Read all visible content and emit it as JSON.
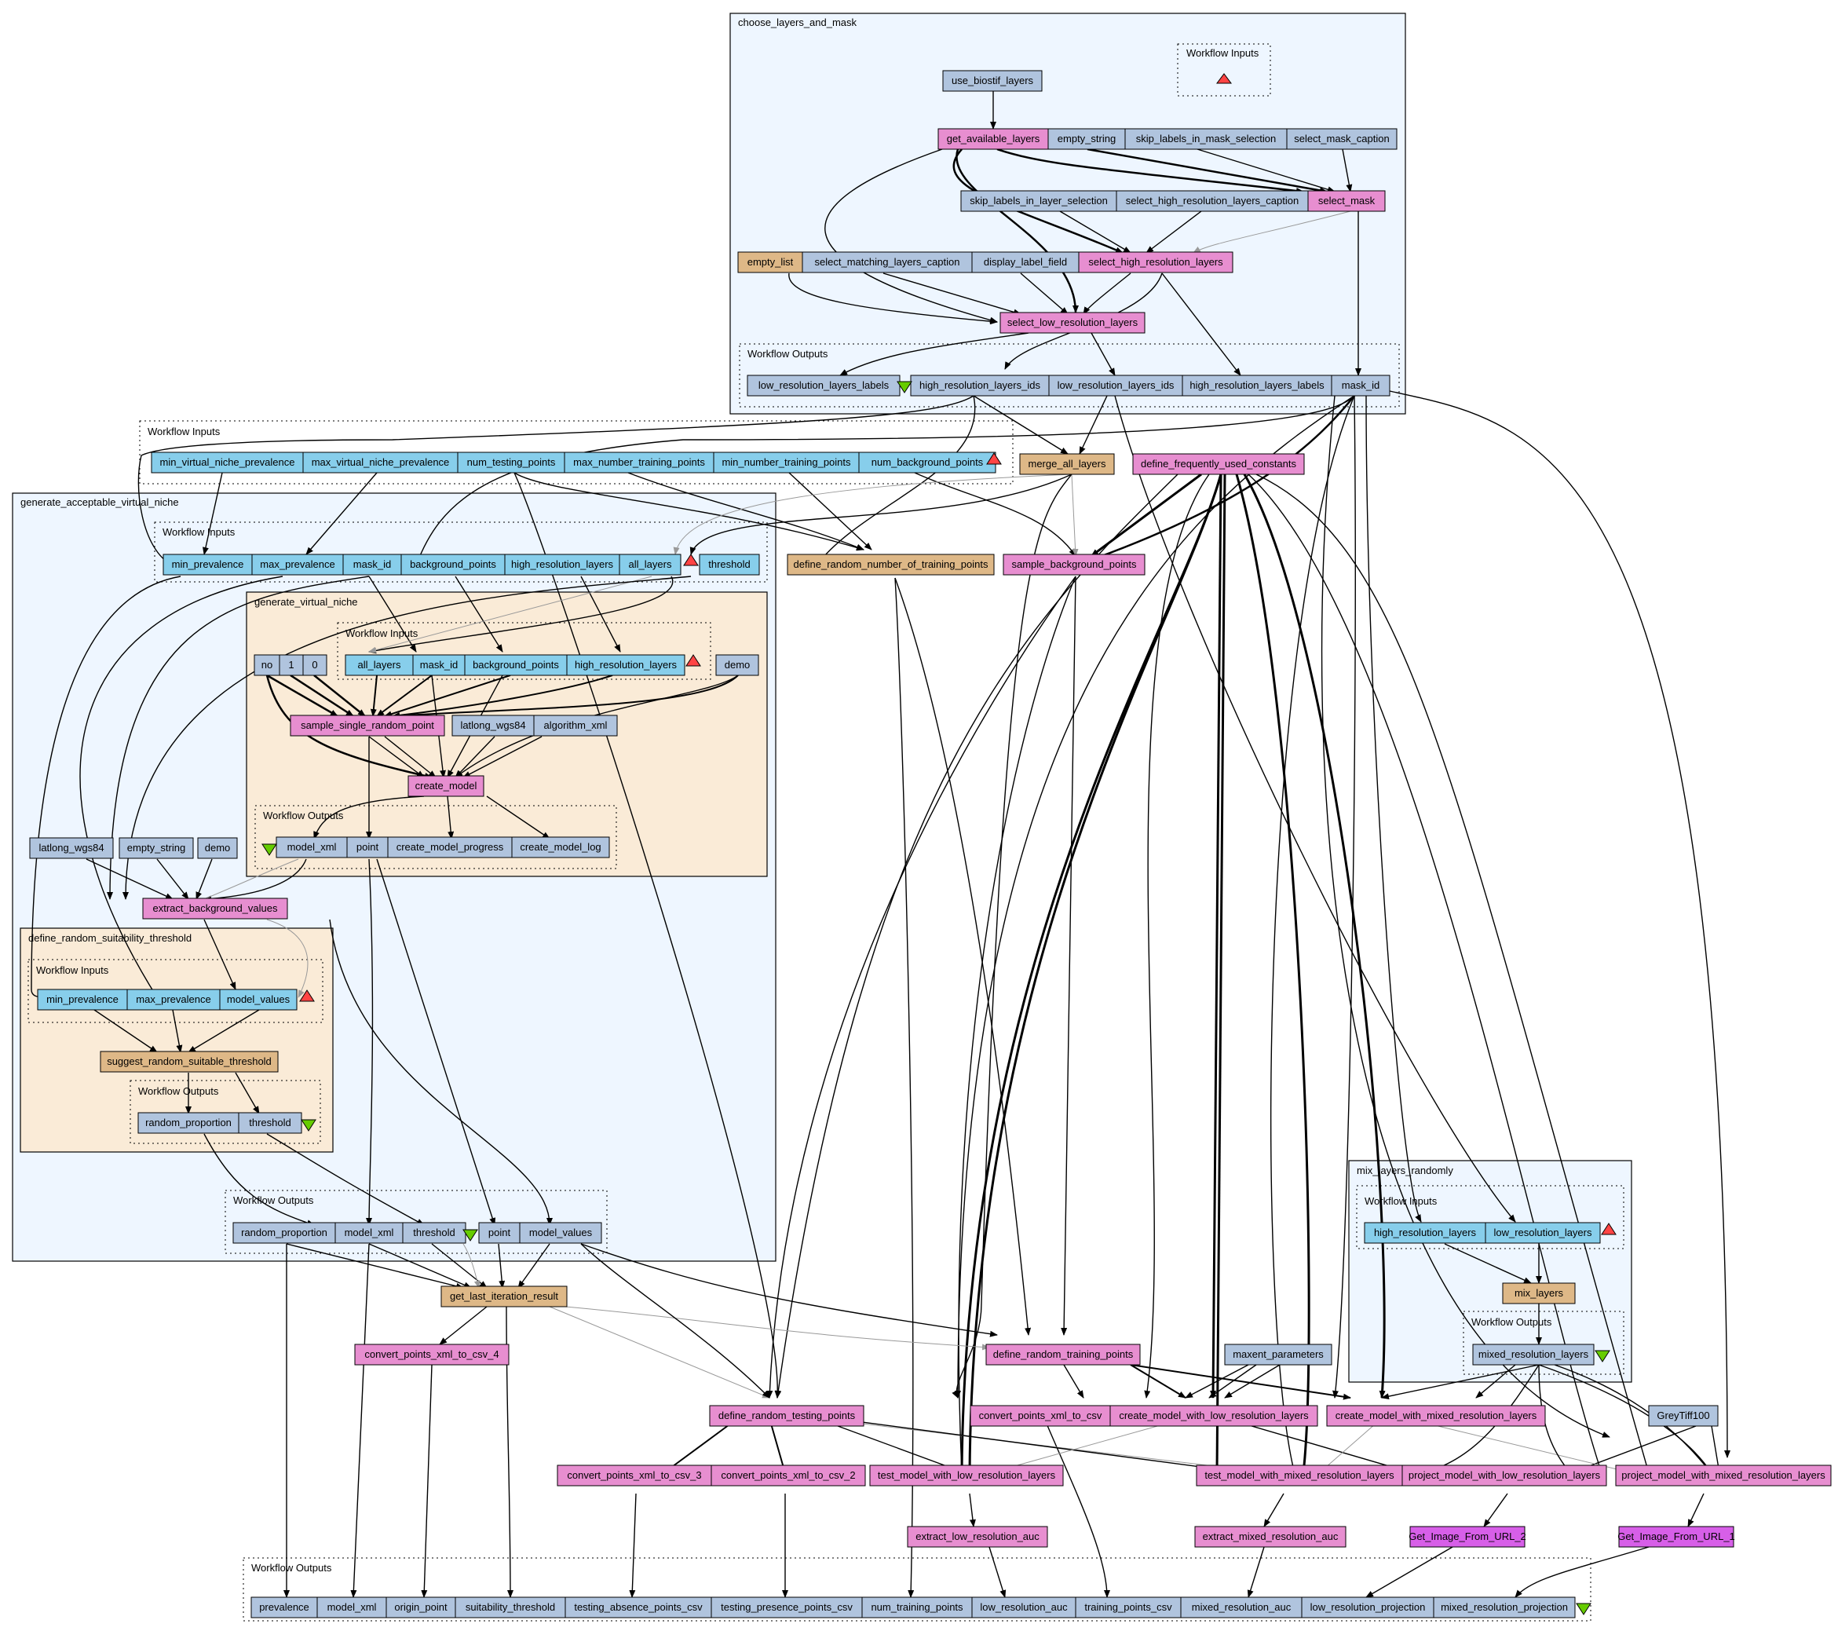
{
  "colors": {
    "input_node": "#87ceeb",
    "output_node": "#b0c4de",
    "constant_node": "#b0c4de",
    "service_pink": "#e78ed0",
    "local_tan": "#deb887",
    "image_purple": "#d75fe8",
    "cluster_blue": "#eef6ff",
    "cluster_tan": "#faebd7",
    "input_triangle": "#ff4444",
    "output_triangle": "#66cc00",
    "edge": "#000000",
    "control_edge": "#999999"
  },
  "clusters": {
    "choose_layers_and_mask": {
      "title": "choose_layers_and_mask",
      "inputs_label": "Workflow Inputs",
      "outputs_label": "Workflow Outputs",
      "nodes": {
        "use_biostif_layers": "use_biostif_layers",
        "get_available_layers": "get_available_layers",
        "empty_string": "empty_string",
        "skip_labels_in_mask_selection": "skip_labels_in_mask_selection",
        "select_mask_caption": "select_mask_caption",
        "skip_labels_in_layer_selection": "skip_labels_in_layer_selection",
        "select_high_resolution_layers_caption": "select_high_resolution_layers_caption",
        "select_mask": "select_mask",
        "empty_list": "empty_list",
        "select_matching_layers_caption": "select_matching_layers_caption",
        "display_label_field": "display_label_field",
        "select_high_resolution_layers": "select_high_resolution_layers",
        "select_low_resolution_layers": "select_low_resolution_layers"
      },
      "outputs": [
        "low_resolution_layers_labels",
        "high_resolution_layers_ids",
        "low_resolution_layers_ids",
        "high_resolution_layers_labels",
        "mask_id"
      ]
    },
    "top_inputs": {
      "title": "Workflow Inputs",
      "nodes": [
        "min_virtual_niche_prevalence",
        "max_virtual_niche_prevalence",
        "num_testing_points",
        "max_number_training_points",
        "min_number_training_points",
        "num_background_points"
      ]
    },
    "generate_acceptable_virtual_niche": {
      "title": "generate_acceptable_virtual_niche",
      "inputs_label": "Workflow Inputs",
      "outputs_label": "Workflow Outputs",
      "inputs": [
        "min_prevalence",
        "max_prevalence",
        "mask_id",
        "background_points",
        "high_resolution_layers",
        "all_layers",
        "threshold"
      ],
      "latlong_wgs84": "latlong_wgs84",
      "empty_string": "empty_string",
      "demo": "demo",
      "extract_background_values": "extract_background_values",
      "outputs": [
        "random_proportion",
        "model_xml",
        "threshold",
        "point",
        "model_values"
      ]
    },
    "generate_virtual_niche": {
      "title": "generate_virtual_niche",
      "inputs_label": "Workflow Inputs",
      "outputs_label": "Workflow Outputs",
      "constants": [
        "no",
        "1",
        "0"
      ],
      "inputs": [
        "all_layers",
        "mask_id",
        "background_points",
        "high_resolution_layers"
      ],
      "demo": "demo",
      "sample_single_random_point": "sample_single_random_point",
      "latlong_wgs84": "latlong_wgs84",
      "algorithm_xml": "algorithm_xml",
      "create_model": "create_model",
      "outputs": [
        "model_xml",
        "point",
        "create_model_progress",
        "create_model_log"
      ]
    },
    "define_random_suitability_threshold": {
      "title": "define_random_suitability_threshold",
      "inputs_label": "Workflow Inputs",
      "outputs_label": "Workflow Outputs",
      "inputs": [
        "min_prevalence",
        "max_prevalence",
        "model_values"
      ],
      "suggest_random_suitable_threshold": "suggest_random_suitable_threshold",
      "outputs": [
        "random_proportion",
        "threshold"
      ]
    },
    "mix_layers_randomly": {
      "title": "mix_layers_randomly",
      "inputs_label": "Workflow Inputs",
      "outputs_label": "Workflow Outputs",
      "inputs": [
        "high_resolution_layers",
        "low_resolution_layers"
      ],
      "mix_layers": "mix_layers",
      "outputs": [
        "mixed_resolution_layers"
      ]
    },
    "bottom_outputs": {
      "title": "Workflow Outputs",
      "nodes": [
        "prevalence",
        "model_xml",
        "origin_point",
        "suitability_threshold",
        "testing_absence_points_csv",
        "testing_presence_points_csv",
        "num_training_points",
        "low_resolution_auc",
        "training_points_csv",
        "mixed_resolution_auc",
        "low_resolution_projection",
        "mixed_resolution_projection"
      ]
    }
  },
  "standalone": {
    "merge_all_layers": "merge_all_layers",
    "define_frequently_used_constants": "define_frequently_used_constants",
    "define_random_number_of_training_points": "define_random_number_of_training_points",
    "sample_background_points": "sample_background_points",
    "get_last_iteration_result": "get_last_iteration_result",
    "convert_points_xml_to_csv_4": "convert_points_xml_to_csv_4",
    "define_random_training_points": "define_random_training_points",
    "maxent_parameters": "maxent_parameters",
    "define_random_testing_points": "define_random_testing_points",
    "convert_points_xml_to_csv": "convert_points_xml_to_csv",
    "create_model_with_low_resolution_layers": "create_model_with_low_resolution_layers",
    "create_model_with_mixed_resolution_layers": "create_model_with_mixed_resolution_layers",
    "GreyTiff100": "GreyTiff100",
    "convert_points_xml_to_csv_3": "convert_points_xml_to_csv_3",
    "convert_points_xml_to_csv_2": "convert_points_xml_to_csv_2",
    "test_model_with_low_resolution_layers": "test_model_with_low_resolution_layers",
    "test_model_with_mixed_resolution_layers": "test_model_with_mixed_resolution_layers",
    "project_model_with_low_resolution_layers": "project_model_with_low_resolution_layers",
    "project_model_with_mixed_resolution_layers": "project_model_with_mixed_resolution_layers",
    "extract_low_resolution_auc": "extract_low_resolution_auc",
    "extract_mixed_resolution_auc": "extract_mixed_resolution_auc",
    "Get_Image_From_URL_2": "Get_Image_From_URL_2",
    "Get_Image_From_URL_1": "Get_Image_From_URL_1"
  }
}
